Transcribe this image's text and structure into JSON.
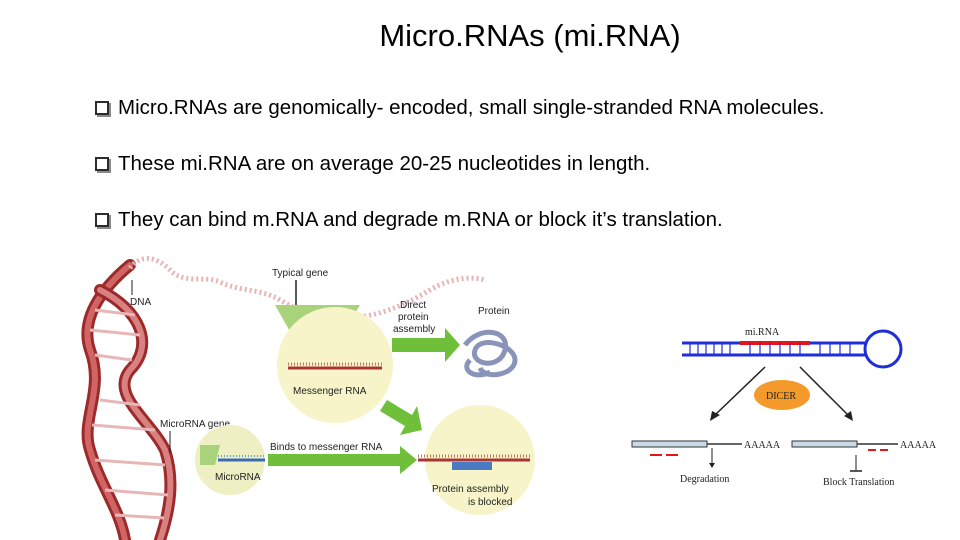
{
  "slide": {
    "title": "Micro.RNAs (mi.RNA)",
    "bullets": [
      "Micro.RNAs are genomically- encoded, small single-stranded RNA molecules.",
      "These mi.RNA are on average 20-25 nucleotides in length.",
      "They can bind m.RNA and degrade m.RNA or block it’s translation."
    ]
  },
  "figure_left": {
    "labels": {
      "typical_gene": "Typical gene",
      "dna": "DNA",
      "direct": "Direct",
      "protein_line": "protein",
      "assembly": "assembly",
      "protein": "Protein",
      "messenger_rna": "Messenger RNA",
      "microrna_gene": "MicroRNA gene",
      "binds": "Binds to messenger RNA",
      "microrna": "MicroRNA",
      "protein_assembly": "Protein assembly",
      "is_blocked": "is blocked"
    }
  },
  "figure_right": {
    "labels": {
      "mirna": "mi.RNA",
      "dicer": "DICER",
      "polya_left": "AAAAA",
      "polya_right": "AAAAA",
      "degradation": "Degradation",
      "block_translation": "Block Translation"
    },
    "colors": {
      "strand": "#1f2fd8",
      "mirna": "#e8141a",
      "dicer": "#f39a2b"
    }
  }
}
